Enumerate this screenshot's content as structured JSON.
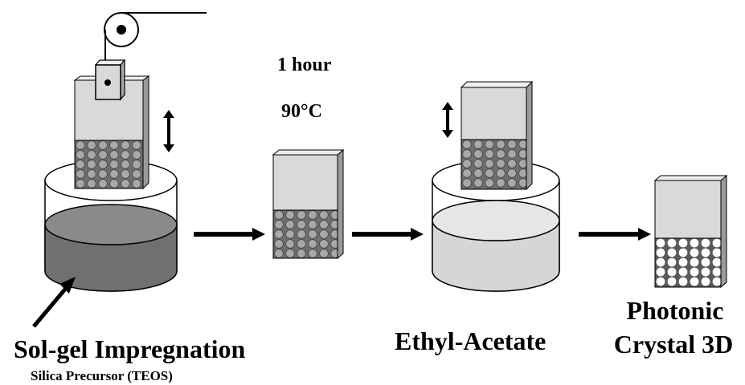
{
  "diagram": {
    "step1": {
      "title": "Sol-gel Impregnation",
      "subtitle": "Silica Precursor (TEOS)"
    },
    "step2": {
      "time": "1 hour",
      "temperature": "90°C"
    },
    "step3": {
      "title": "Ethyl-Acetate"
    },
    "step4": {
      "title_line1": "Photonic",
      "title_line2": "Crystal 3D"
    },
    "colors": {
      "sphere_dark": "#a8a8a8",
      "sphere_bg": "#6e6e6e",
      "sphere_white": "#ffffff",
      "block_front": "#d9d9d9",
      "solution_dark": "#707070",
      "solution_light": "#d6d6d6"
    }
  }
}
